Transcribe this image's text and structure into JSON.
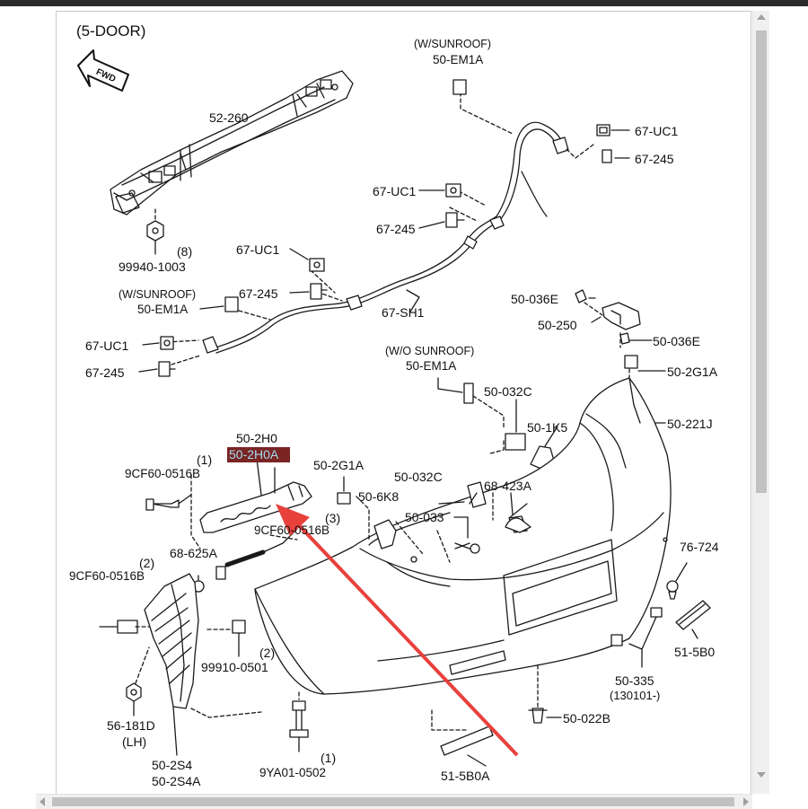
{
  "diagram": {
    "header": "(5-DOOR)",
    "fwd_label": "FWD",
    "labels": {
      "sunroof_top_note": "(W/SUNROOF)",
      "em1a_top": "50-EM1A",
      "uc1_r1": "67-UC1",
      "c245_r1": "67-245",
      "beam": "52-260",
      "uc1_mid": "67-UC1",
      "c245_mid": "67-245",
      "nut_part": "99940-1003",
      "nut_qty": "(8)",
      "uc1_left_hi": "67-UC1",
      "c245_left_hi": "67-245",
      "sunroof_left_note": "(W/SUNROOF)",
      "em1a_left": "50-EM1A",
      "sh1": "67-SH1",
      "uc1_left_lo": "67-UC1",
      "c245_left_lo": "67-245",
      "e036_top": "50-036E",
      "p250": "50-250",
      "e036_bot": "50-036E",
      "g1a_right": "50-2G1A",
      "wo_sunroof_note": "(W/O SUNROOF)",
      "em1a_mid": "50-EM1A",
      "c032_a": "50-032C",
      "k5": "50-1K5",
      "p221j": "50-221J",
      "h0": "50-2H0",
      "h0a": "50-2H0A",
      "bolt_qty_1": "(1)",
      "bolt_1": "9CF60-0516B",
      "g1a_mid": "50-2G1A",
      "c032_b": "50-032C",
      "k8": "50-6K8",
      "a423": "68-423A",
      "p033": "50-033",
      "bolt_qty_3": "(3)",
      "bolt_3": "9CF60-0516B",
      "a625": "68-625A",
      "bolt_qty_2": "(2)",
      "bolt_2": "9CF60-0516B",
      "p724": "76-724",
      "nut_0501": "99910-0501",
      "nut_0501_qty": "(2)",
      "b0": "51-5B0",
      "p335": "50-335",
      "p335_date": "(130101-)",
      "p181d": "56-181D",
      "lh": "(LH)",
      "p022b": "50-022B",
      "p2s4": "50-2S4",
      "p2s4a": "50-2S4A",
      "bolt_0502_qty": "(1)",
      "bolt_0502": "9YA01-0502",
      "b0a": "51-5B0A"
    }
  },
  "colors": {
    "line": "#1a1a1a",
    "arrow": "#e8413c",
    "highlight_bg": "#7a2424",
    "highlight_text": "#9fdcf0"
  }
}
